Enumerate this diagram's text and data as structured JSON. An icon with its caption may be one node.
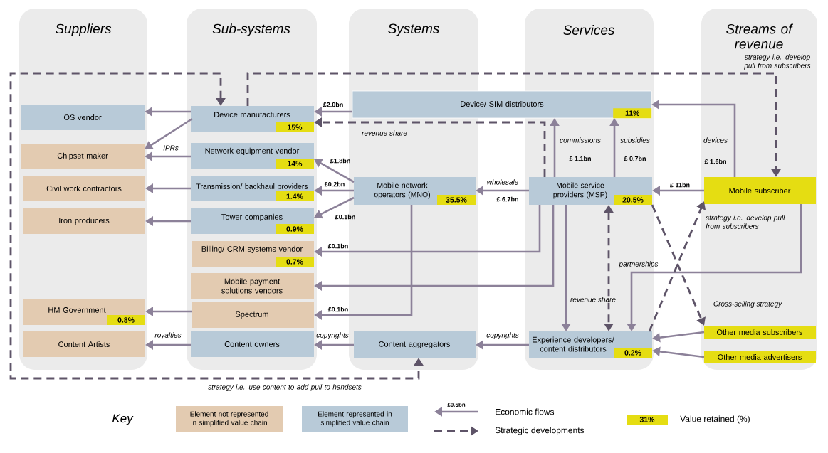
{
  "diagram": {
    "nodes": [
      {
        "text": [
          "Suppliers"
        ]
      },
      {
        "text": [
          "Sub-systems"
        ]
      },
      {
        "text": [
          "Systems"
        ]
      },
      {
        "text": [
          "Services"
        ]
      },
      {
        "text": [
          "Streams of revenue"
        ]
      },
      {
        "text": [
          "OS vendor"
        ],
        "in": 0
      },
      {
        "text": [
          "Chipset maker"
        ],
        "in": 0
      },
      {
        "text": [
          "Civil work contractors"
        ],
        "in": 0
      },
      {
        "text": [
          "Iron producers"
        ],
        "in": 0
      },
      {
        "text": [
          "HM Government",
          "0.8%"
        ],
        "in": 0
      },
      {
        "text": [
          "Content Artists"
        ],
        "in": 0
      },
      {
        "text": [
          "Device manufacturers",
          "15%"
        ],
        "in": 1
      },
      {
        "text": [
          "Network equipment vendor",
          "14%"
        ],
        "in": 1
      },
      {
        "text": [
          "Transmission/ backhaul providers",
          "1.4%"
        ],
        "in": 1
      },
      {
        "text": [
          "Tower companies",
          "0.9%"
        ],
        "in": 1
      },
      {
        "text": [
          "Billing/ CRM systems vendor",
          "0.7%"
        ],
        "in": 1
      },
      {
        "text": [
          "Mobile payment solutions vendors"
        ],
        "in": 1
      },
      {
        "text": [
          "Spectrum"
        ],
        "in": 1
      },
      {
        "text": [
          "Content owners"
        ],
        "in": 1
      },
      {
        "text": [
          "Device/ SIM distributors",
          "11%"
        ]
      },
      {
        "text": [
          "Mobile network operators (MNO)",
          "35.5%"
        ],
        "in": 2
      },
      {
        "text": [
          "Content aggregators"
        ],
        "in": 2
      },
      {
        "text": [
          "Mobile service providers (MSP)",
          "20.5%"
        ],
        "in": 3
      },
      {
        "text": [
          "Experience developers/ content distributors",
          "0.2%"
        ],
        "in": 3
      },
      {
        "text": [
          "Mobile subscriber"
        ],
        "in": 4
      },
      {
        "text": [
          "Other media subscribers"
        ],
        "in": 4
      },
      {
        "text": [
          "Other media advertisers"
        ],
        "in": 4
      }
    ],
    "edges": [
      {
        "from": 11,
        "to": 5,
        "arrow": "to"
      },
      {
        "from": 11,
        "to": 6,
        "arrow": "to",
        "label": "IPRs"
      },
      {
        "from": 12,
        "to": 6,
        "arrow": "to"
      },
      {
        "from": 13,
        "to": 7,
        "arrow": "to"
      },
      {
        "from": 14,
        "to": 8,
        "arrow": "to"
      },
      {
        "from": 17,
        "to": 9,
        "arrow": "to"
      },
      {
        "from": 18,
        "to": 10,
        "arrow": "to",
        "label": "royalties"
      },
      {
        "from": 19,
        "to": 11,
        "arrow": "to",
        "label": "£2.0bn"
      },
      {
        "from": 20,
        "to": 12,
        "arrow": "to",
        "label": "£1.8bn"
      },
      {
        "from": 20,
        "to": 13,
        "arrow": "to",
        "label": "£0.2bn"
      },
      {
        "from": 20,
        "to": 14,
        "arrow": "to",
        "label": "£0.1bn"
      },
      {
        "from": 22,
        "to": 15,
        "arrow": "to",
        "label": "£0.1bn"
      },
      {
        "from": 22,
        "to": 16,
        "arrow": "to"
      },
      {
        "from": 20,
        "to": 17,
        "arrow": "to",
        "label": "£0.1bn"
      },
      {
        "from": 21,
        "to": 18,
        "arrow": "to",
        "label": "copyrights"
      },
      {
        "from": 23,
        "to": 21,
        "arrow": "to",
        "label": "copyrights"
      },
      {
        "from": 22,
        "to": 20,
        "arrow": "to",
        "label": "wholesale"
      },
      {
        "from": 22,
        "to": 19,
        "arrow": "to",
        "label": "commissions"
      },
      {
        "from": 22,
        "to": 19,
        "arrow": "to",
        "label": "subsidies"
      },
      {
        "from": 24,
        "to": 22,
        "arrow": "to",
        "label": "£ 11bn"
      },
      {
        "from": 24,
        "to": 19,
        "arrow": "to",
        "label": "devices"
      },
      {
        "from": 24,
        "to": 23,
        "arrow": "to"
      },
      {
        "from": 25,
        "to": 23,
        "arrow": "to"
      },
      {
        "from": 26,
        "to": 23,
        "arrow": "to"
      },
      {
        "from": 22,
        "to": 23,
        "arrow": "to",
        "label": "revenue share"
      },
      {
        "from": 22,
        "to": 23,
        "arrow": "both",
        "label": "partnerships",
        "style": "dashed",
        "color": "#5e5468"
      },
      {
        "from": 11,
        "to": 21,
        "arrow": "both",
        "label": "strategy i.e. use content to add pull to handsets",
        "style": "dashed",
        "color": "#5e5468"
      },
      {
        "from": 11,
        "to": 24,
        "arrow": "to",
        "label": "strategy i.e. develop pull from subscribers",
        "style": "dashed",
        "color": "#5e5468"
      },
      {
        "from": 22,
        "to": 11,
        "arrow": "to",
        "label": "revenue share",
        "style": "dashed",
        "color": "#5e5468"
      },
      {
        "from": 22,
        "to": 25,
        "arrow": "to",
        "label": "Cross-selling strategy",
        "style": "dashed",
        "color": "#5e5468"
      },
      {
        "from": 23,
        "to": 24,
        "arrow": "to",
        "label": "strategy i.e. develop pull from subscribers",
        "style": "dashed",
        "color": "#5e5468"
      }
    ],
    "labels": [
      "£ 1.1bn",
      "£ 0.7bn",
      "£ 1.6bn",
      "£ 6.7bn",
      "Key",
      "£0.5bn",
      "31%"
    ],
    "legend": [
      {
        "text": "Element not represented in simplified value chain",
        "color": "#e3cbb1"
      },
      {
        "text": "Element represented in simplified value chain",
        "color": "#b8cad8"
      },
      {
        "text": "Economic flows"
      },
      {
        "text": "Strategic developments"
      },
      {
        "text": "Value retained (%)",
        "color": "#e5dd12"
      }
    ]
  }
}
